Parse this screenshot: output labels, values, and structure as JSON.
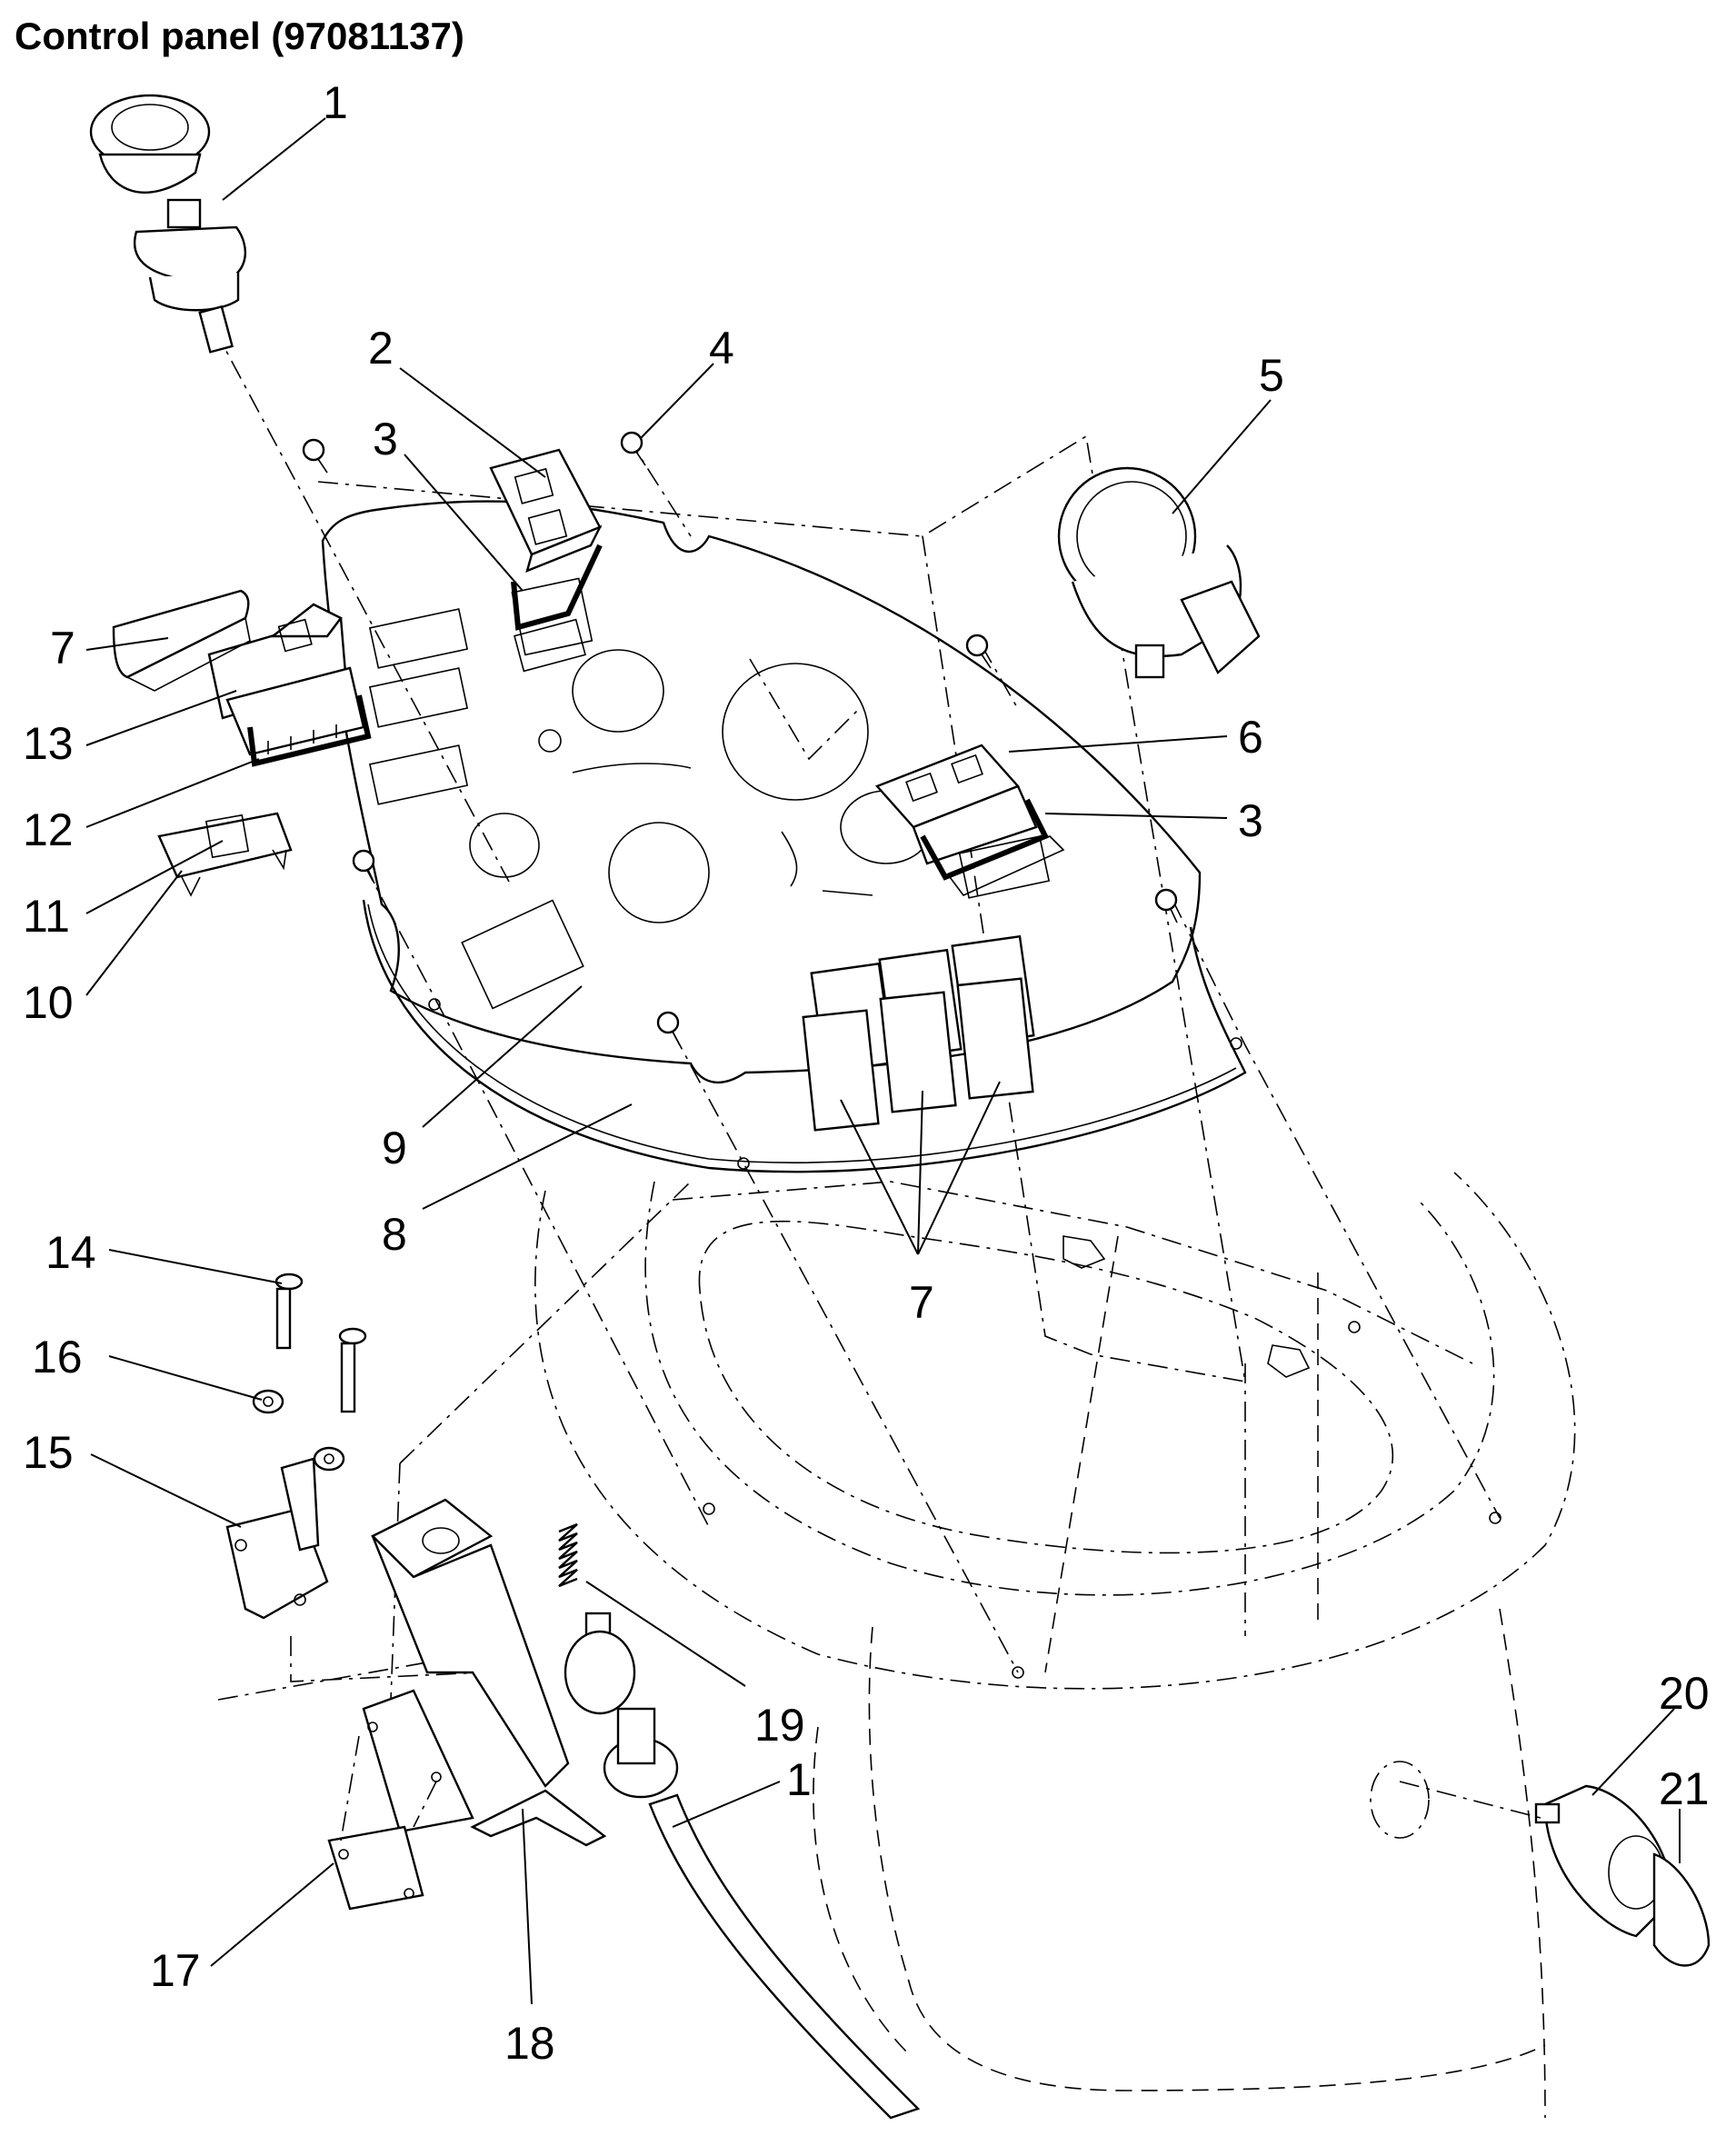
{
  "title": "Control panel (97081137)",
  "callouts": [
    {
      "id": "c1a",
      "text": "1"
    },
    {
      "id": "c2",
      "text": "2"
    },
    {
      "id": "c3a",
      "text": "3"
    },
    {
      "id": "c4",
      "text": "4"
    },
    {
      "id": "c5",
      "text": "5"
    },
    {
      "id": "c7a",
      "text": "7"
    },
    {
      "id": "c13",
      "text": "13"
    },
    {
      "id": "c12",
      "text": "12"
    },
    {
      "id": "c11",
      "text": "11"
    },
    {
      "id": "c10",
      "text": "10"
    },
    {
      "id": "c6",
      "text": "6"
    },
    {
      "id": "c3b",
      "text": "3"
    },
    {
      "id": "c9",
      "text": "9"
    },
    {
      "id": "c8",
      "text": "8"
    },
    {
      "id": "c7b",
      "text": "7"
    },
    {
      "id": "c14",
      "text": "14"
    },
    {
      "id": "c16",
      "text": "16"
    },
    {
      "id": "c15",
      "text": "15"
    },
    {
      "id": "c19",
      "text": "19"
    },
    {
      "id": "c1b",
      "text": "1"
    },
    {
      "id": "c20",
      "text": "20"
    },
    {
      "id": "c21",
      "text": "21"
    },
    {
      "id": "c17",
      "text": "17"
    },
    {
      "id": "c18",
      "text": "18"
    }
  ]
}
